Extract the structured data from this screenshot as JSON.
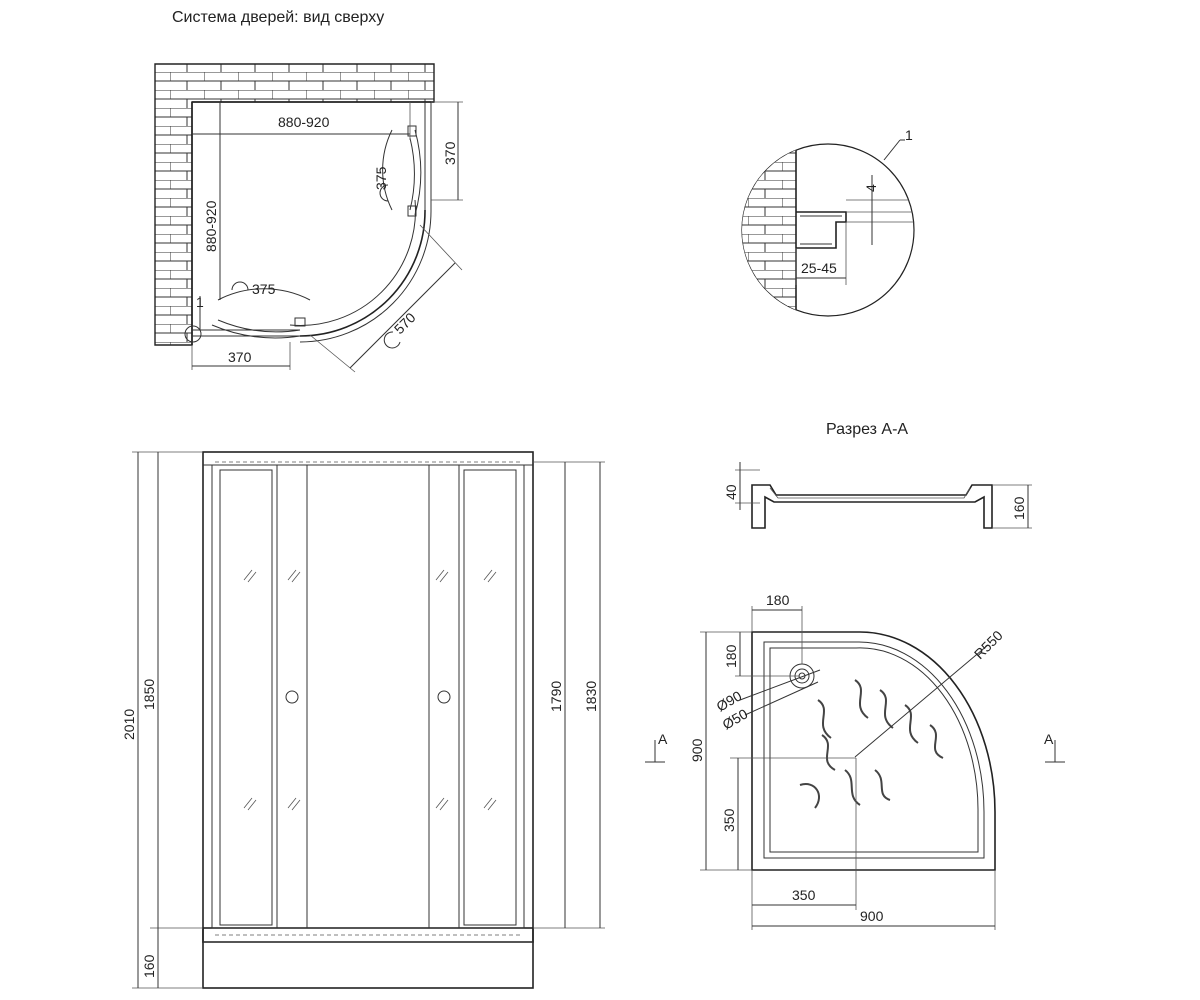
{
  "titles": {
    "top_view": "Система дверей: вид сверху",
    "section": "Разрез А-А"
  },
  "top_view": {
    "width_range": "880-920",
    "depth_range": "880-920",
    "door_width_right": "375",
    "door_width_bottom": "375",
    "panel_right": "370",
    "panel_bottom": "370",
    "arc_width": "570",
    "callout": "1"
  },
  "detail": {
    "callout": "1",
    "gap": "4",
    "profile_range": "25-45"
  },
  "front_view": {
    "total_height": "2010",
    "frame_height": "1850",
    "tray_height": "160",
    "glass_height": "1790",
    "door_height": "1830"
  },
  "section": {
    "depth_small": "40",
    "depth_total": "160"
  },
  "tray_plan": {
    "drain_offset_x": "180",
    "drain_offset_y": "180",
    "radius": "R550",
    "drain_d1": "Ø90",
    "drain_d2": "Ø50",
    "size_y": "900",
    "inner_y": "350",
    "inner_x": "350",
    "size_x": "900",
    "cut_left": "А",
    "cut_right": "А"
  }
}
